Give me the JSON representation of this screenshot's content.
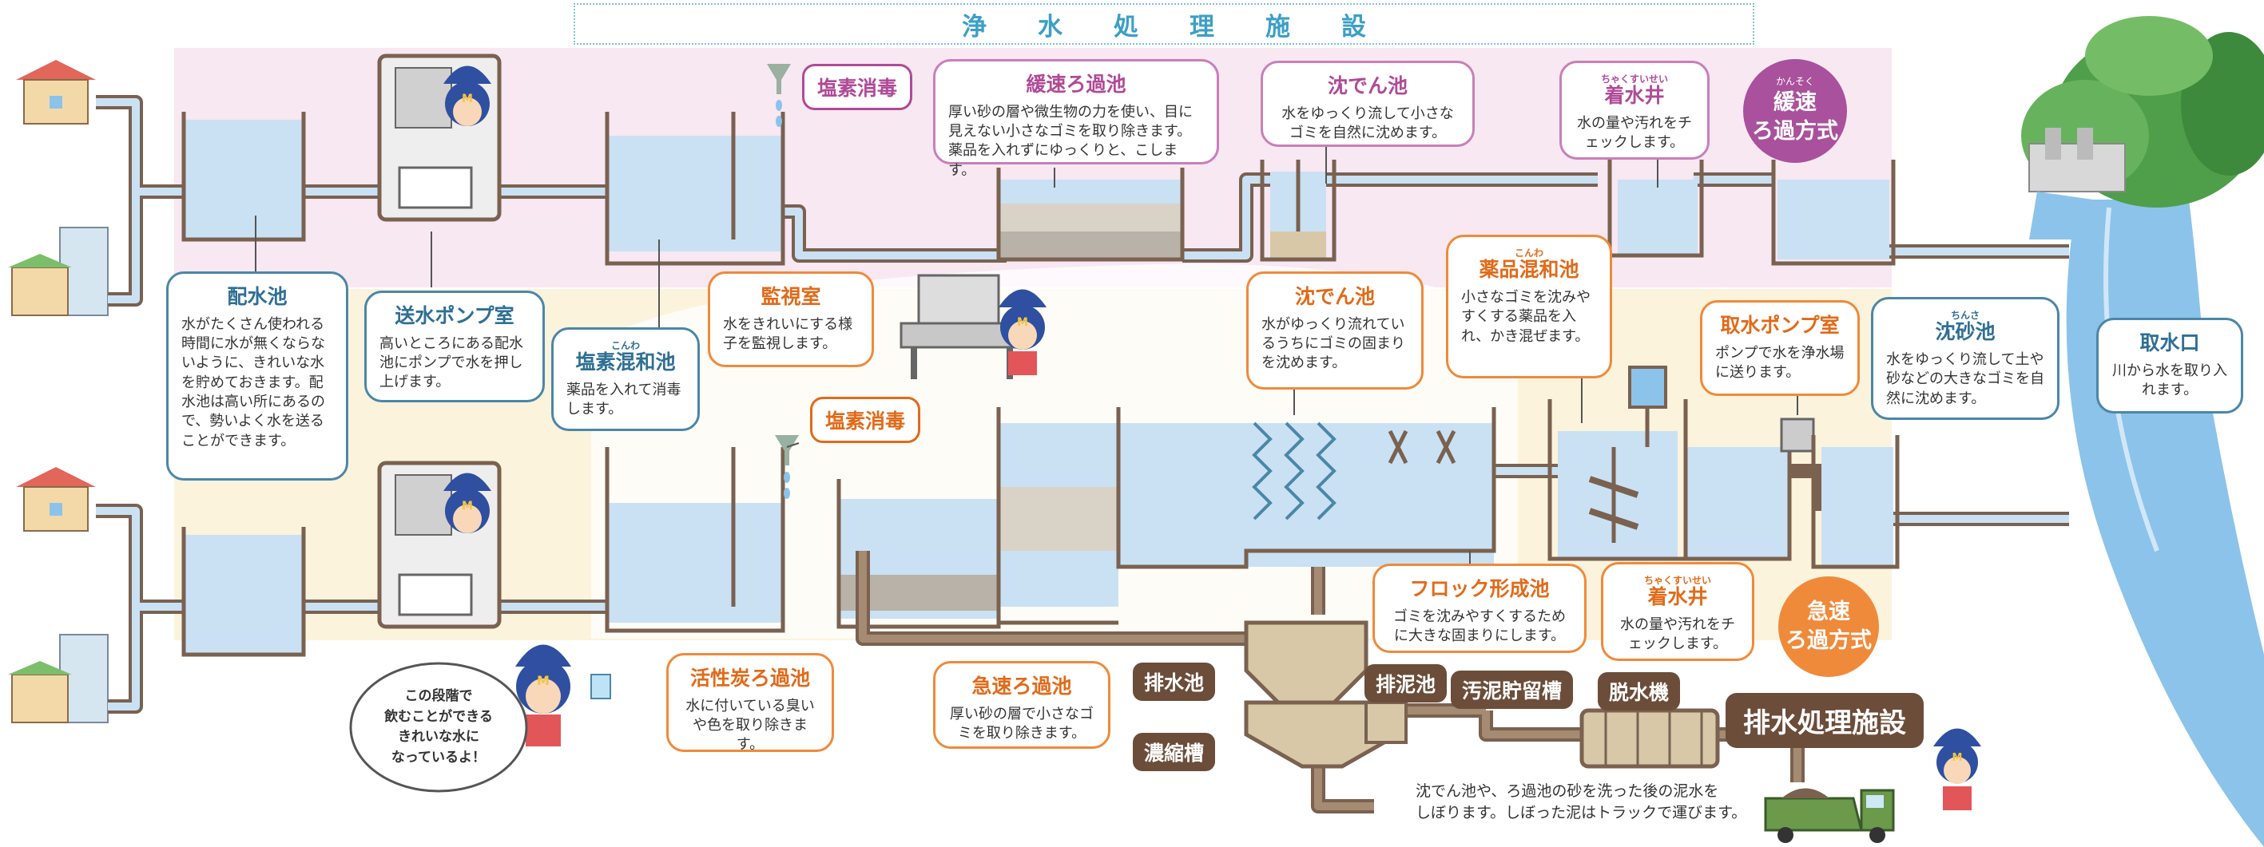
{
  "title": "浄水処理施設",
  "colors": {
    "slow_band": "#f7e8f2",
    "rapid_band": "#fbf3dc",
    "water": "#c9e1f3",
    "pipe": "#7a6150",
    "pink": "#b04a97",
    "orange": "#ef8a3a",
    "blue": "#2f6f94",
    "sludge": "#a58b72"
  },
  "methods": {
    "slow": {
      "ruby": "かんそく",
      "line1": "緩速",
      "line2": "ろ過方式"
    },
    "rapid": {
      "line1": "急速",
      "line2": "ろ過方式"
    }
  },
  "cards": {
    "haisuichi": {
      "title": "配水池",
      "desc": "水がたくさん使われる時間に水が無くならないように、きれいな水を貯めておきます。配水池は高い所にあるので、勢いよく水を送ることができます。"
    },
    "sousui_pump": {
      "title": "送水ポンプ室",
      "desc": "高いところにある配水池にポンプで水を押し上げます。"
    },
    "enso_konwa": {
      "title": "塩素混和池",
      "ruby": "こんわ",
      "desc": "薬品を入れて消毒します。"
    },
    "kanshi": {
      "title": "監視室",
      "desc": "水をきれいにする様子を監視します。"
    },
    "kansoku": {
      "title": "緩速ろ過池",
      "desc": "厚い砂の層や微生物の力を使い、目に見えない小さなゴミを取り除きます。薬品を入れずにゆっくりと、こします。"
    },
    "chinden_slow": {
      "title": "沈でん池",
      "desc": "水をゆっくり流して小さなゴミを自然に沈めます。"
    },
    "chakusui_slow": {
      "title": "着水井",
      "ruby": "ちゃくすいせい",
      "desc": "水の量や汚れをチェックします。"
    },
    "chinden_rapid": {
      "title": "沈でん池",
      "desc": "水がゆっくり流れているうちにゴミの固まりを沈めます。"
    },
    "yakuhin": {
      "title": "薬品混和池",
      "ruby": "こんわ",
      "desc": "小さなゴミを沈みやすくする薬品を入れ、かき混ぜます。"
    },
    "shusui_pump": {
      "title": "取水ポンプ室",
      "desc": "ポンプで水を浄水場に送ります。"
    },
    "chinsa": {
      "title": "沈砂池",
      "ruby": "ちんさ",
      "desc": "水をゆっくり流して土や砂などの大きなゴミを自然に沈めます。"
    },
    "shusuiko": {
      "title": "取水口",
      "desc": "川から水を取り入れます。"
    },
    "floc": {
      "title": "フロック形成池",
      "desc": "ゴミを沈みやすくするために大きな固まりにします。"
    },
    "chakusui_rapid": {
      "title": "着水井",
      "ruby": "ちゃくすいせい",
      "desc": "水の量や汚れをチェックします。"
    },
    "kasseitan": {
      "title": "活性炭ろ過池",
      "desc": "水に付いている臭いや色を取り除きます。"
    },
    "kyusoku": {
      "title": "急速ろ過池",
      "desc": "厚い砂の層で小さなゴミを取り除きます。"
    }
  },
  "tags": {
    "enso_top": "塩素消毒",
    "enso_bottom": "塩素消毒"
  },
  "drainage": {
    "haisuichi": "排水池",
    "haideichi": "排泥池",
    "odei": "汚泥貯留槽",
    "dassui": "脱水機",
    "noushuku": "濃縮槽",
    "title": "排水処理施設",
    "note": "沈でん池や、ろ過池の砂を洗った後の泥水を\nしぼります。しぼった泥はトラックで運びます。"
  },
  "speech": "この段階で\n飲むことができる\nきれいな水に\nなっているよ！"
}
